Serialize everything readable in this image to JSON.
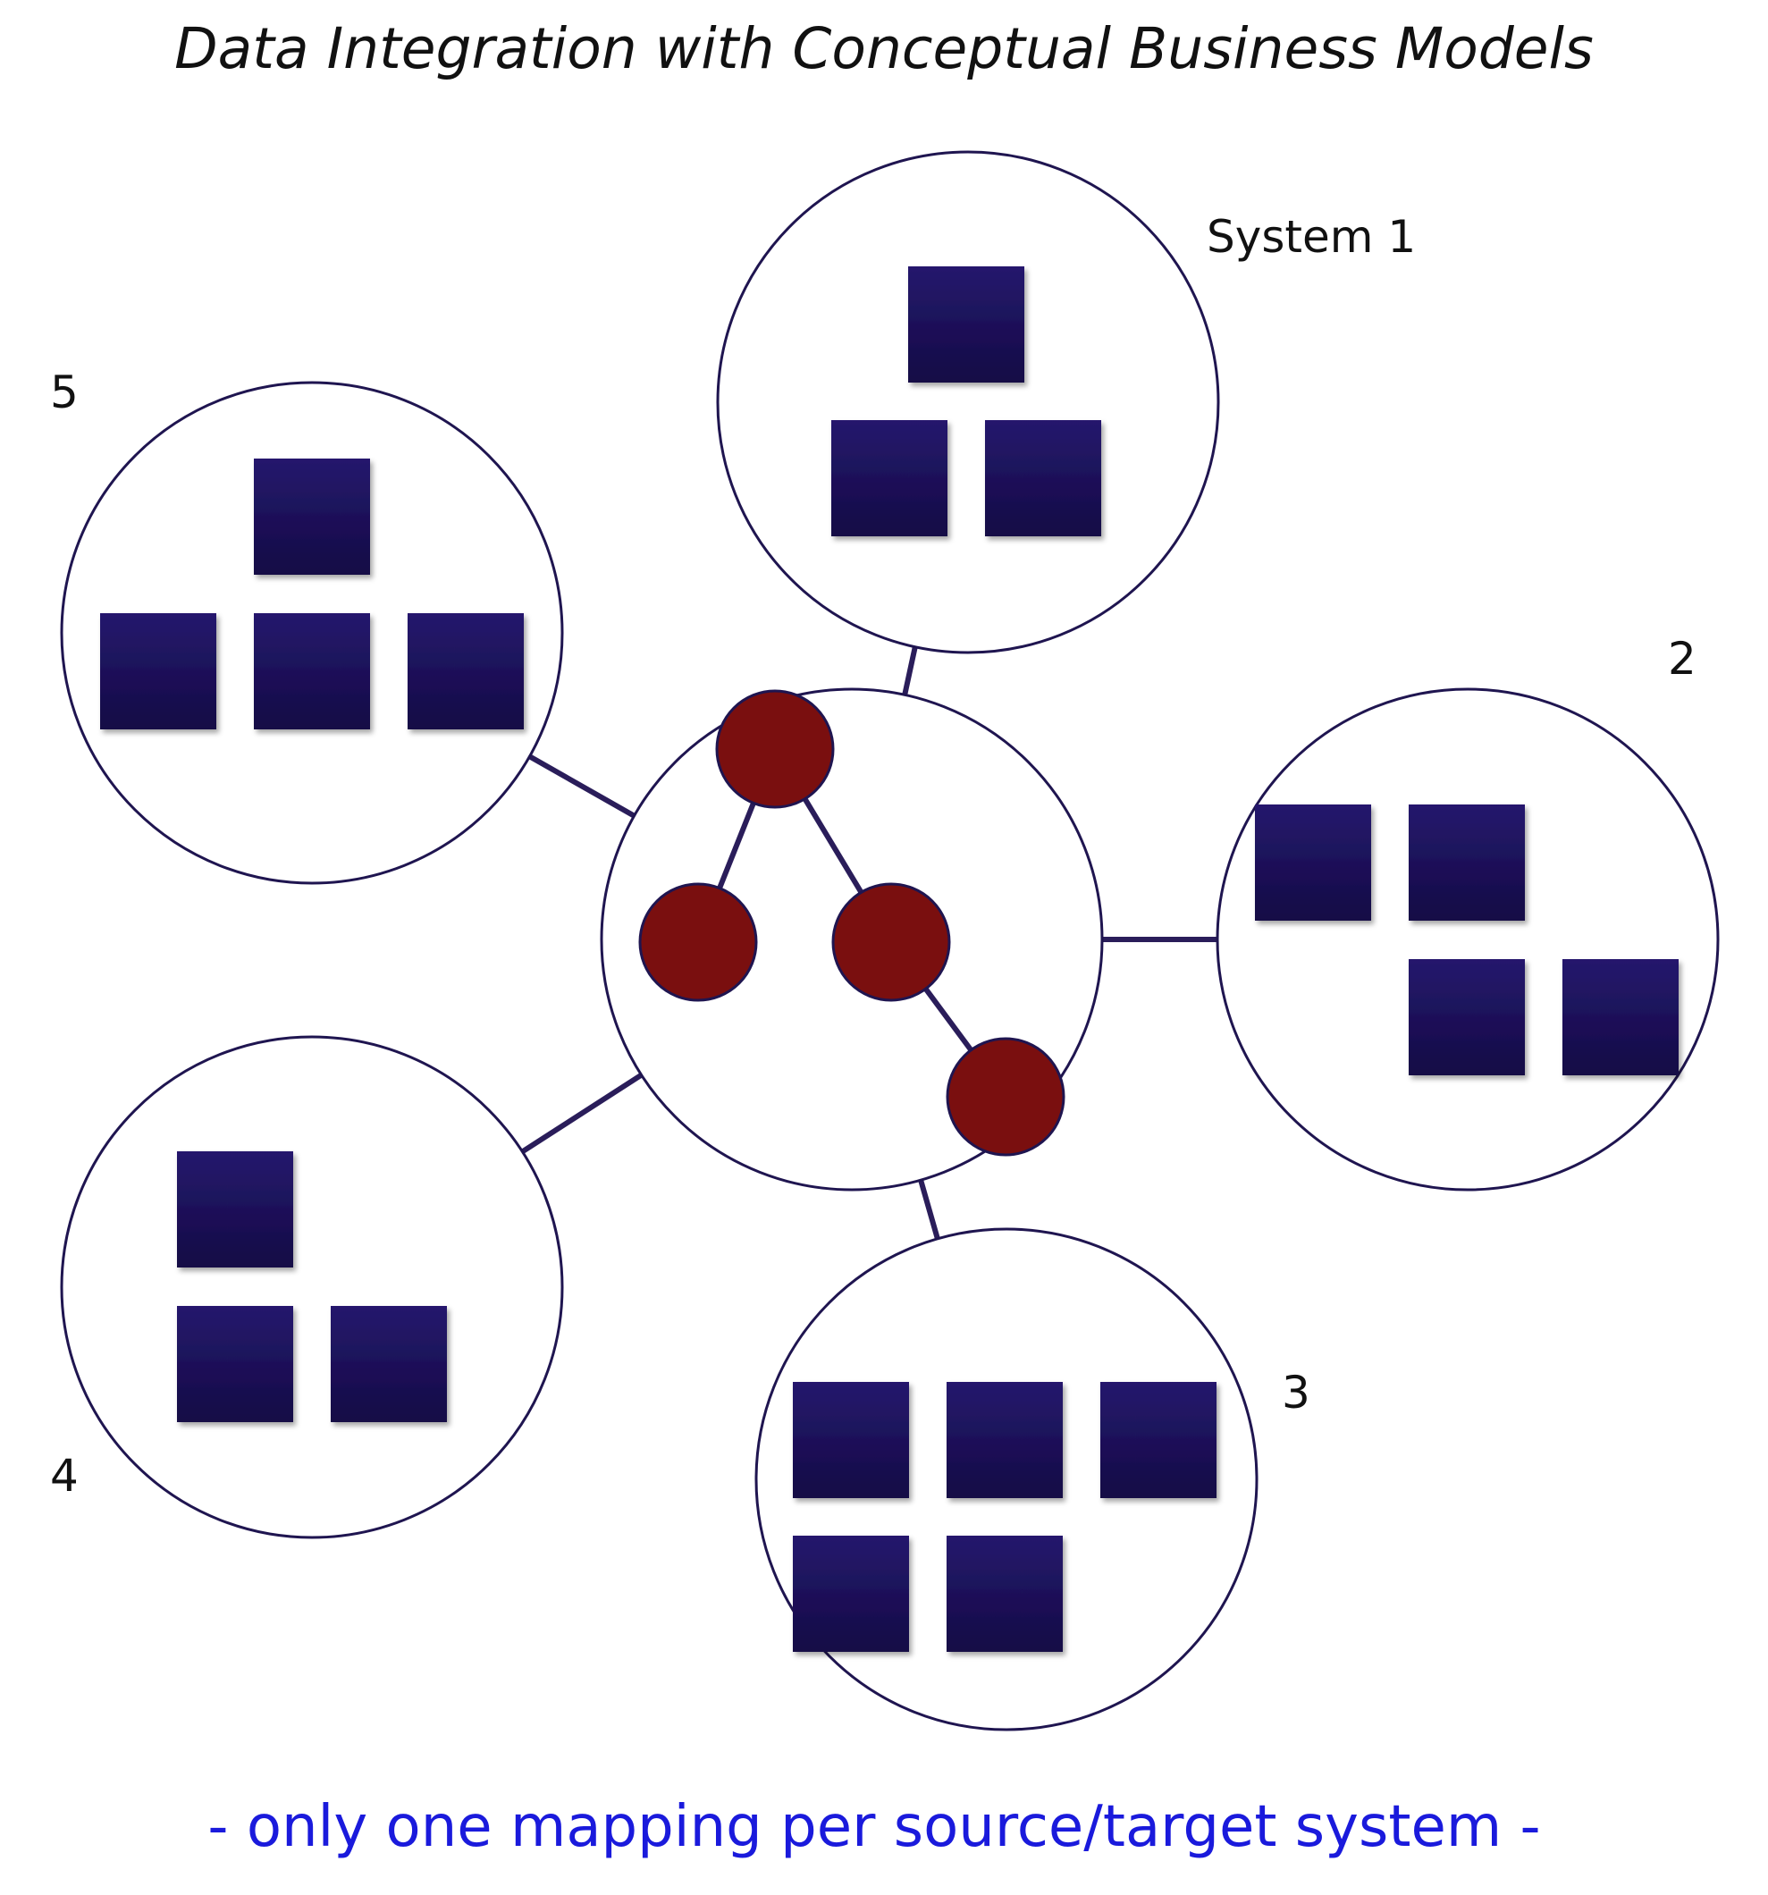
{
  "title": "Data Integration with Conceptual Business Models",
  "caption": "- only one mapping per source/target system -",
  "colors": {
    "title": "#111111",
    "label": "#111111",
    "caption": "#1a1adc",
    "circle_stroke": "#1f1550",
    "connector": "#2a1d5a",
    "square_top": "#25186d",
    "square_bottom": "#140a45",
    "node_fill": "#7a0f0f",
    "node_stroke": "#1f1550"
  },
  "systems": [
    {
      "id": "system-1",
      "label": "System 1",
      "entity_count": 3
    },
    {
      "id": "system-2",
      "label": "2",
      "entity_count": 4
    },
    {
      "id": "system-3",
      "label": "3",
      "entity_count": 5
    },
    {
      "id": "system-4",
      "label": "4",
      "entity_count": 3
    },
    {
      "id": "system-5",
      "label": "5",
      "entity_count": 4
    }
  ],
  "central_model": {
    "node_count": 4,
    "edges": [
      [
        0,
        1
      ],
      [
        0,
        2
      ],
      [
        2,
        3
      ]
    ]
  },
  "icons": {
    "entity": "dark-square-icon",
    "concept": "red-circle-node-icon"
  }
}
